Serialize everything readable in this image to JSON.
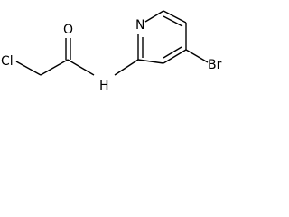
{
  "molecule": {
    "atoms": {
      "cl": "Cl",
      "o": "O",
      "nh": "H",
      "n_ring": "N",
      "br": "Br"
    }
  }
}
